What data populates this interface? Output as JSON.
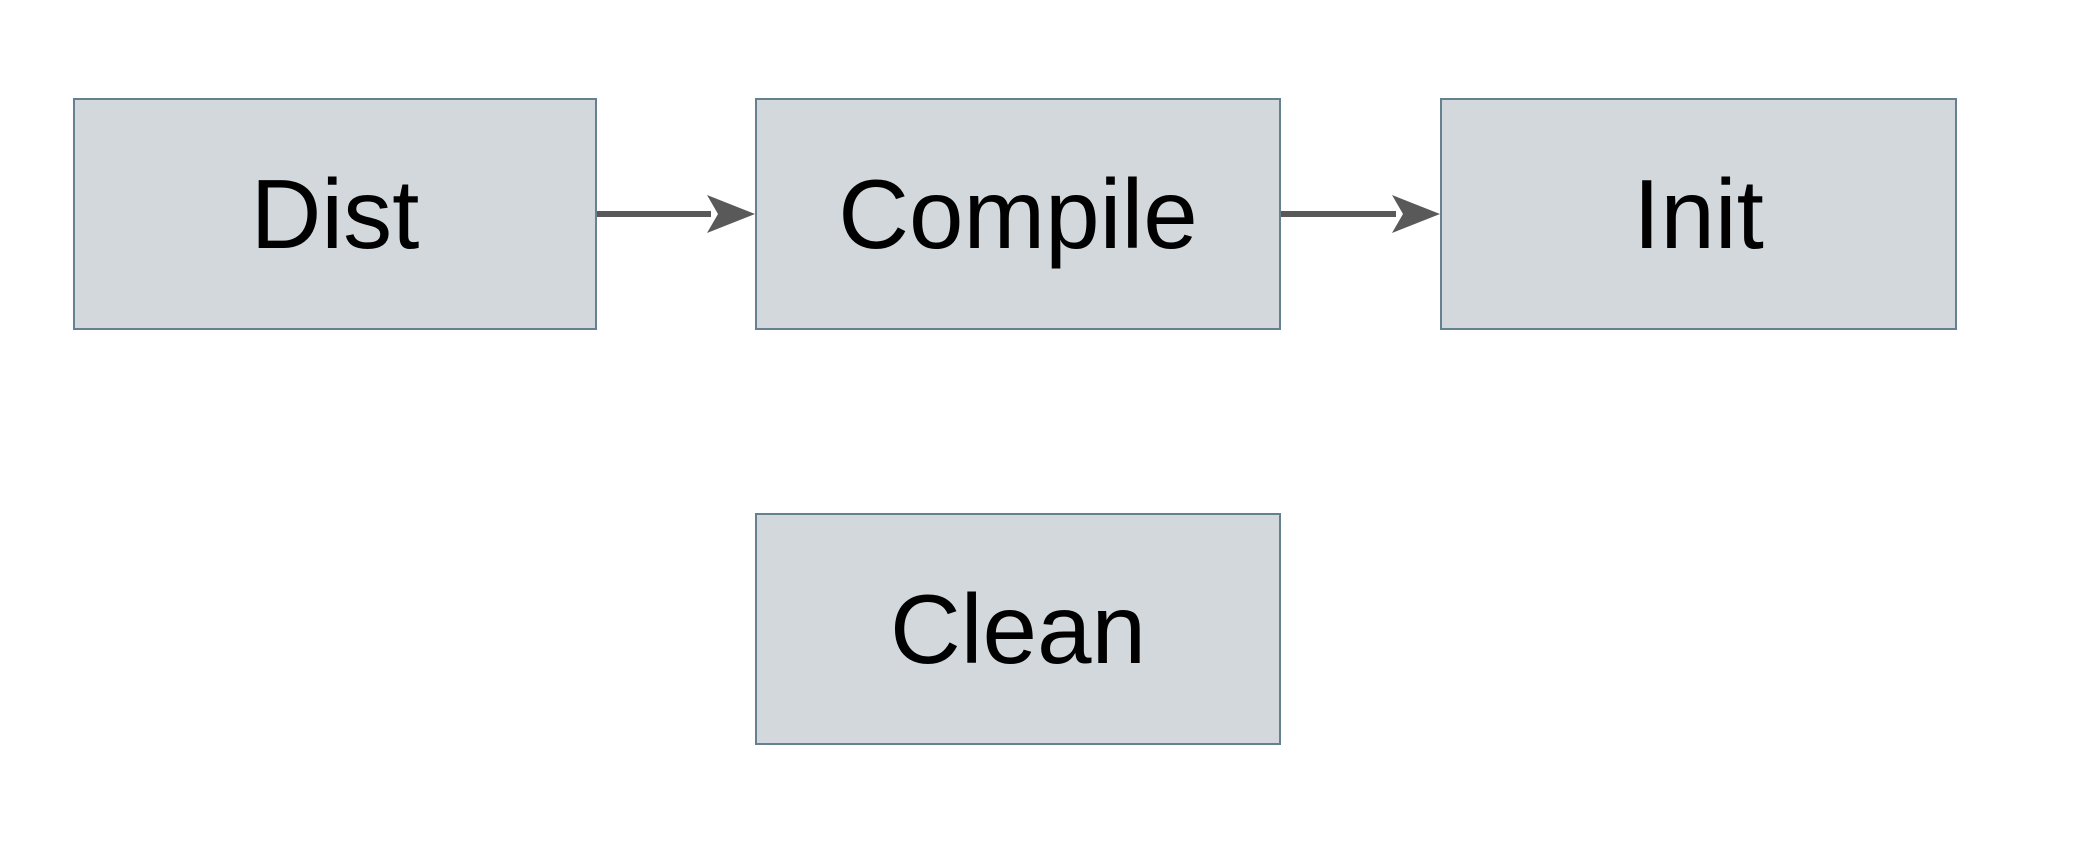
{
  "diagram": {
    "type": "flowchart",
    "nodes": [
      {
        "id": "dist",
        "label": "Dist"
      },
      {
        "id": "compile",
        "label": "Compile"
      },
      {
        "id": "init",
        "label": "Init"
      },
      {
        "id": "clean",
        "label": "Clean"
      }
    ],
    "edges": [
      {
        "from": "dist",
        "to": "compile",
        "style": "solid-arrow"
      },
      {
        "from": "compile",
        "to": "init",
        "style": "solid-arrow"
      }
    ],
    "colors": {
      "background": "#ffffff",
      "node_fill": "#d2d8db",
      "node_border": "#65808e",
      "arrow": "#595959",
      "text": "#000000"
    }
  }
}
